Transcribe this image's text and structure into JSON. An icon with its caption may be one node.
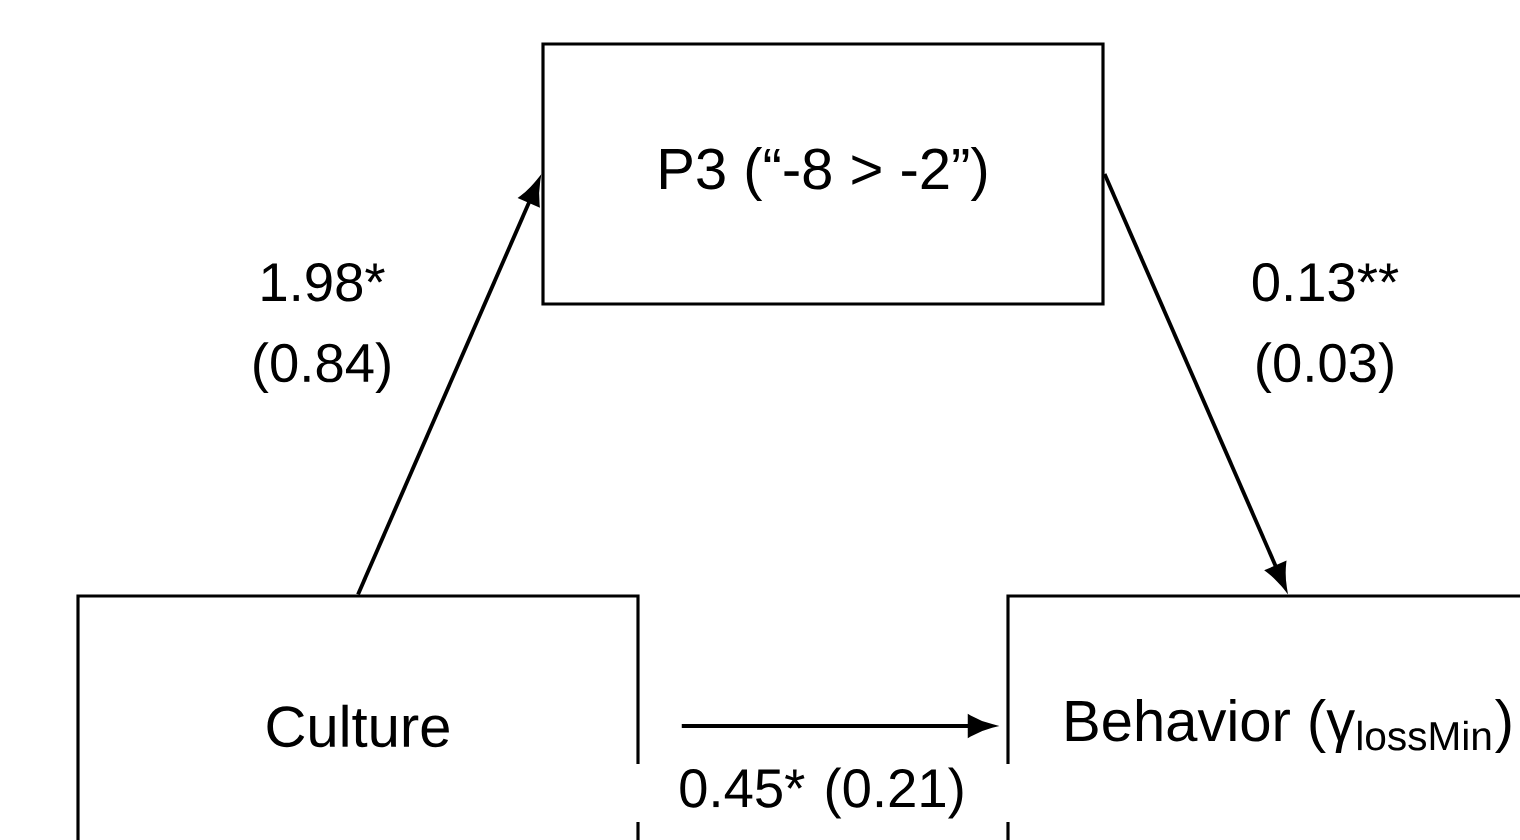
{
  "diagram": {
    "nodes": [
      {
        "text": [
          "P3 (“-8 > -2”)"
        ]
      },
      {
        "text": [
          "Culture"
        ]
      },
      {
        "text": [
          "Behavior (γ$_{lossMin}$)"
        ]
      }
    ],
    "edges": [
      {
        "from": 1,
        "to": 0,
        "arrow": "to",
        "label": "1.98* (0.84)"
      },
      {
        "from": 0,
        "to": 2,
        "arrow": "to",
        "label": "0.13** (0.03)"
      },
      {
        "from": 1,
        "to": 2,
        "arrow": "to",
        "label": "0.45* (0.21)"
      }
    ]
  }
}
